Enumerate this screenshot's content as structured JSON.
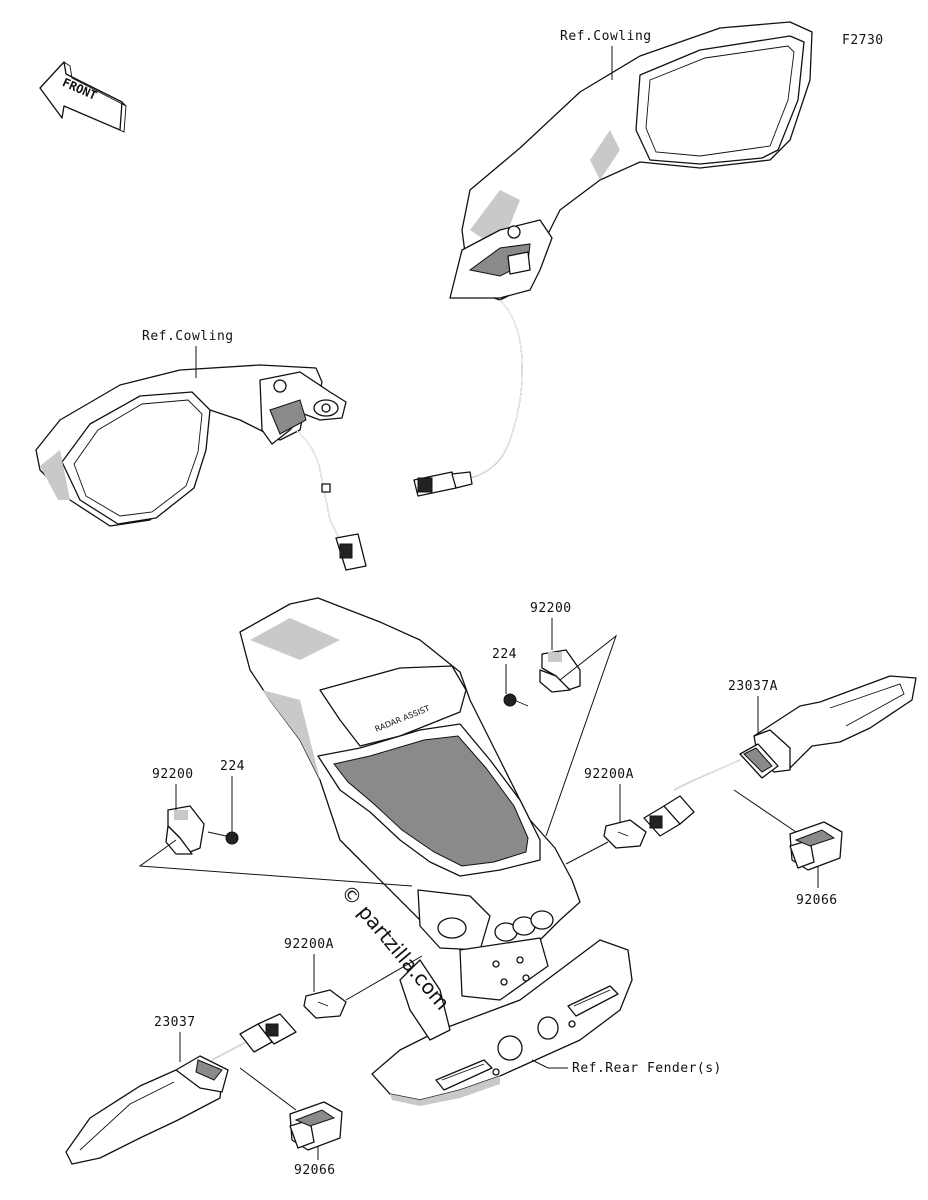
{
  "figure_code": "F2730",
  "front_arrow": {
    "text": "FRONT"
  },
  "radar_text": "RADAR ASSIST",
  "watermark": "© partzilla.com",
  "labels": {
    "ref_cowling_right": "Ref.Cowling",
    "ref_cowling_left": "Ref.Cowling",
    "p92200_top": "92200",
    "p224_top": "224",
    "p23037A": "23037A",
    "p92200_left": "92200",
    "p224_left": "224",
    "p92200A_right": "92200A",
    "p92066_right": "92066",
    "p92200A_left": "92200A",
    "p23037": "23037",
    "ref_rear_fender": "Ref.Rear Fender(s)",
    "p92066_left": "92066"
  }
}
